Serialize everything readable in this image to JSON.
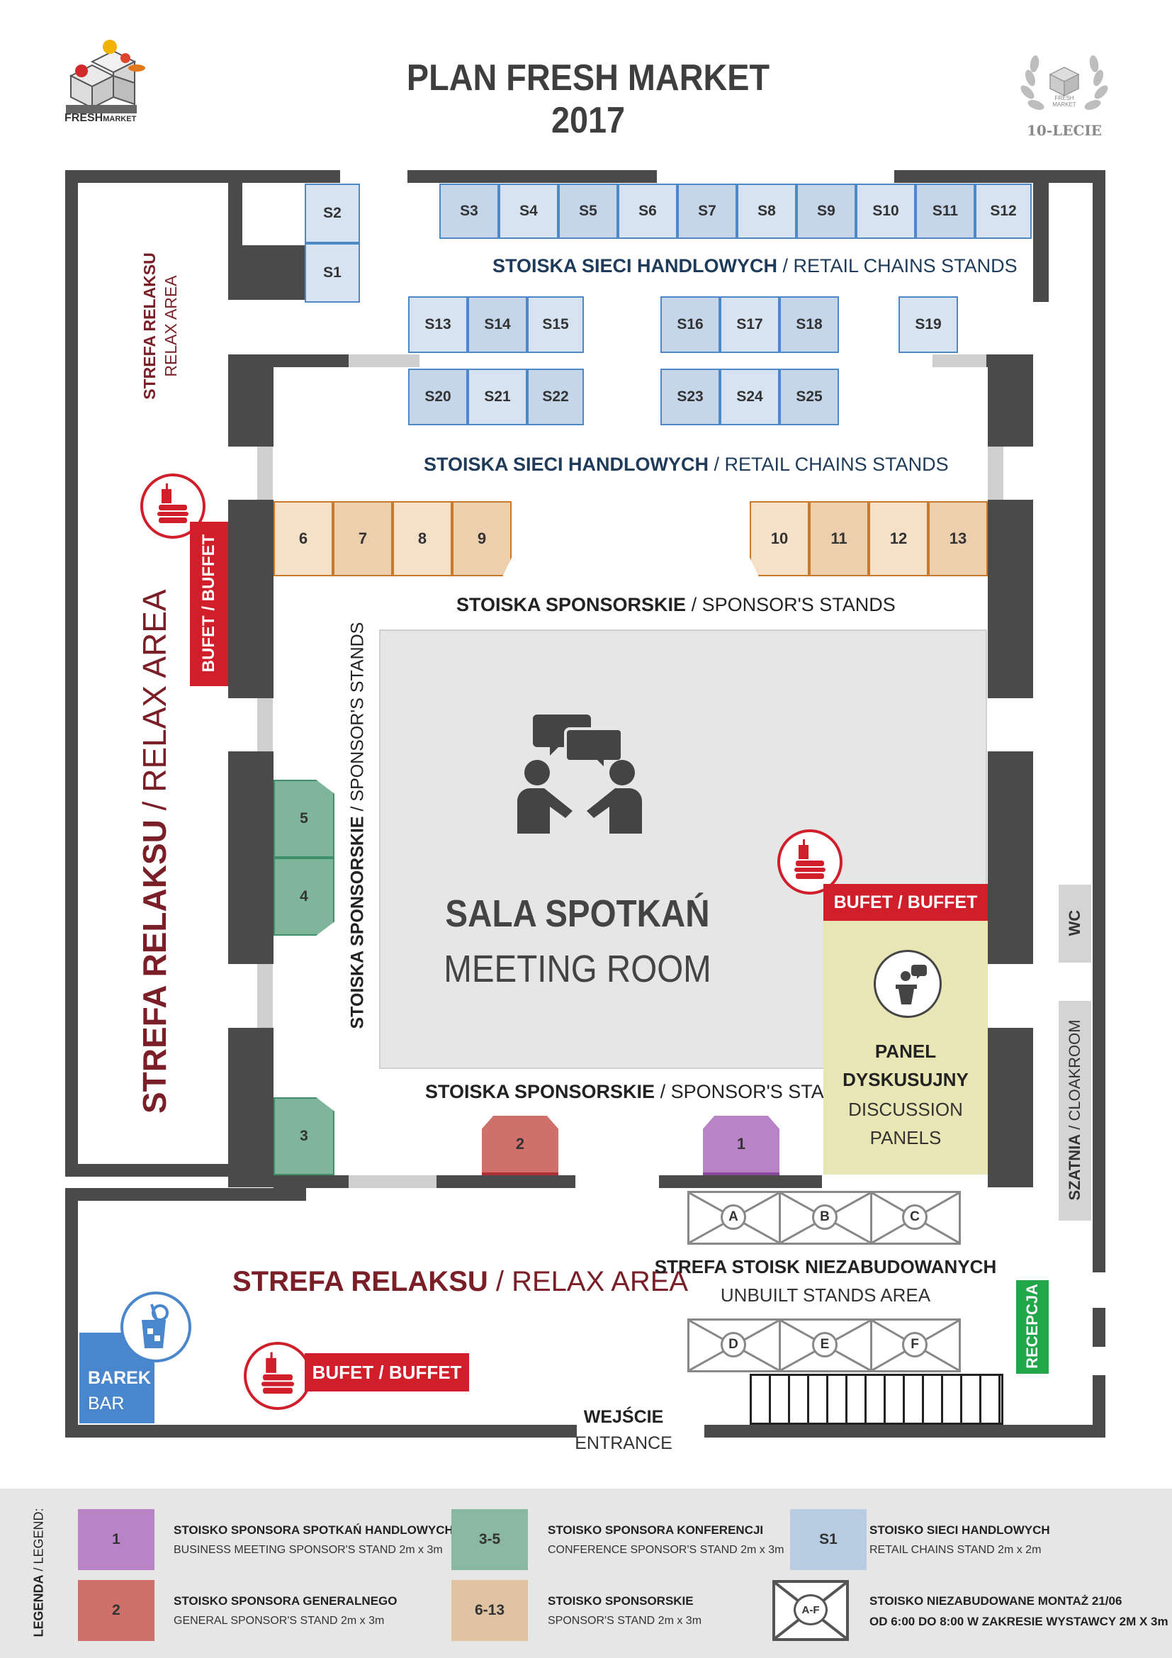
{
  "title": "PLAN FRESH MARKET 2017",
  "logo_left": {
    "text_bold": "FRESH",
    "text_small": "MARKET"
  },
  "logo_right": {
    "ring_text": "FRESH MARKET",
    "anniversary": "10-LECIE"
  },
  "retail_stands_top": [
    "S3",
    "S4",
    "S5",
    "S6",
    "S7",
    "S8",
    "S9",
    "S10",
    "S11",
    "S12"
  ],
  "retail_stands_left": [
    "S2",
    "S1"
  ],
  "retail_row2_left": [
    "S13",
    "S14",
    "S15"
  ],
  "retail_row2_right": [
    "S16",
    "S17",
    "S18"
  ],
  "retail_single": "S19",
  "retail_row3_left": [
    "S20",
    "S21",
    "S22"
  ],
  "retail_row3_right": [
    "S23",
    "S24",
    "S25"
  ],
  "retail_label_1": {
    "pl": "STOISKA SIECI HANDLOWYCH",
    "sep": " / ",
    "en": "RETAIL CHAINS STANDS"
  },
  "retail_label_2": {
    "pl": "STOISKA SIECI HANDLOWYCH",
    "sep": " / ",
    "en": "RETAIL CHAINS STANDS"
  },
  "sponsor_stands_left": [
    "6",
    "7",
    "8",
    "9"
  ],
  "sponsor_stands_right": [
    "10",
    "11",
    "12",
    "13"
  ],
  "sponsor_label_top": {
    "pl": "STOISKA SPONSORSKIE",
    "sep": " / ",
    "en": "SPONSOR'S STANDS"
  },
  "sponsor_label_bottom": {
    "pl": "STOISKA SPONSORSKIE",
    "sep": " / ",
    "en": "SPONSOR'S STANDS"
  },
  "sponsor_label_vertical": {
    "pl": "STOISKA SPONSORSKIE",
    "sep": " / ",
    "en": "SPONSOR'S STANDS"
  },
  "conference_stands": [
    "5",
    "4",
    "3"
  ],
  "general_stand": "2",
  "meeting_stand": "1",
  "meeting_room": {
    "pl": "SALA SPOTKAŃ",
    "en": "MEETING ROOM"
  },
  "panel": {
    "pl1": "PANEL",
    "pl2": "DYSKUSUJNY",
    "en1": "DISCUSSION",
    "en2": "PANELS"
  },
  "buffet_label": "BUFET / BUFFET",
  "relax_small": {
    "pl": "STREFA RELAKSU",
    "en": "RELAX AREA"
  },
  "relax_big_vertical": {
    "pl": "STREFA RELAKSU",
    "sep": " / ",
    "en": "RELAX AREA"
  },
  "relax_bottom": {
    "pl": "STREFA RELAKSU",
    "sep": " / ",
    "en": "RELAX AREA"
  },
  "bar": {
    "pl": "BAREK",
    "en": "BAR"
  },
  "unbuilt_top": [
    "A",
    "B",
    "C"
  ],
  "unbuilt_bottom": [
    "D",
    "E",
    "F"
  ],
  "unbuilt_label": {
    "pl": "STREFA STOISK NIEZABUDOWANYCH",
    "en": "UNBUILT STANDS AREA"
  },
  "entrance": {
    "pl": "WEJŚCIE",
    "en": "ENTRANCE"
  },
  "wc": "WC",
  "cloakroom": {
    "pl": "SZATNIA",
    "sep": " / ",
    "en": "CLOAKROOM"
  },
  "reception": "RECEPCJA",
  "legend": {
    "title_pl": "LEGENDA",
    "sep": " / ",
    "title_en": "LEGEND:",
    "items": [
      {
        "key": "1",
        "color": "#b884c6",
        "line1": "STOISKO SPONSORA SPOTKAŃ HANDLOWYCH",
        "line2": "BUSINESS MEETING SPONSOR'S STAND 2m x 3m"
      },
      {
        "key": "2",
        "color": "#d0706a",
        "line1": "STOISKO SPONSORA GENERALNEGO",
        "line2": "GENERAL SPONSOR'S STAND 2m x 3m"
      },
      {
        "key": "3-5",
        "color": "#8ab8a0",
        "line1": "STOISKO SPONSORA KONFERENCJI",
        "line2": "CONFERENCE SPONSOR'S STAND 2m x 3m"
      },
      {
        "key": "6-13",
        "color": "#dfc3a3",
        "line1": "STOISKO SPONSORSKIE",
        "line2": "SPONSOR'S STAND 2m x 3m"
      },
      {
        "key": "S1",
        "color": "#b9cde2",
        "line1": "STOISKO SIECI HANDLOWYCH",
        "line2": "RETAIL CHAINS STAND 2m x 2m"
      },
      {
        "key": "A-F",
        "color": "#ffffff",
        "line1": "STOISKO NIEZABUDOWANE MONTAŻ 21/06",
        "line2": "OD 6:00 DO 8:00 W ZAKRESIE WYSTAWCY 2M X 3m"
      }
    ]
  },
  "colors": {
    "wall": "#4a4a4a",
    "retail": "#c5d6ea",
    "sponsor": "#edcfae",
    "conference": "#7fb69b",
    "general": "#d0706a",
    "meeting_sponsor": "#b884c6",
    "buffet": "#d01f2a",
    "panel": "#e8e6b5",
    "reception": "#21a64a",
    "bar": "#4a86cc"
  }
}
